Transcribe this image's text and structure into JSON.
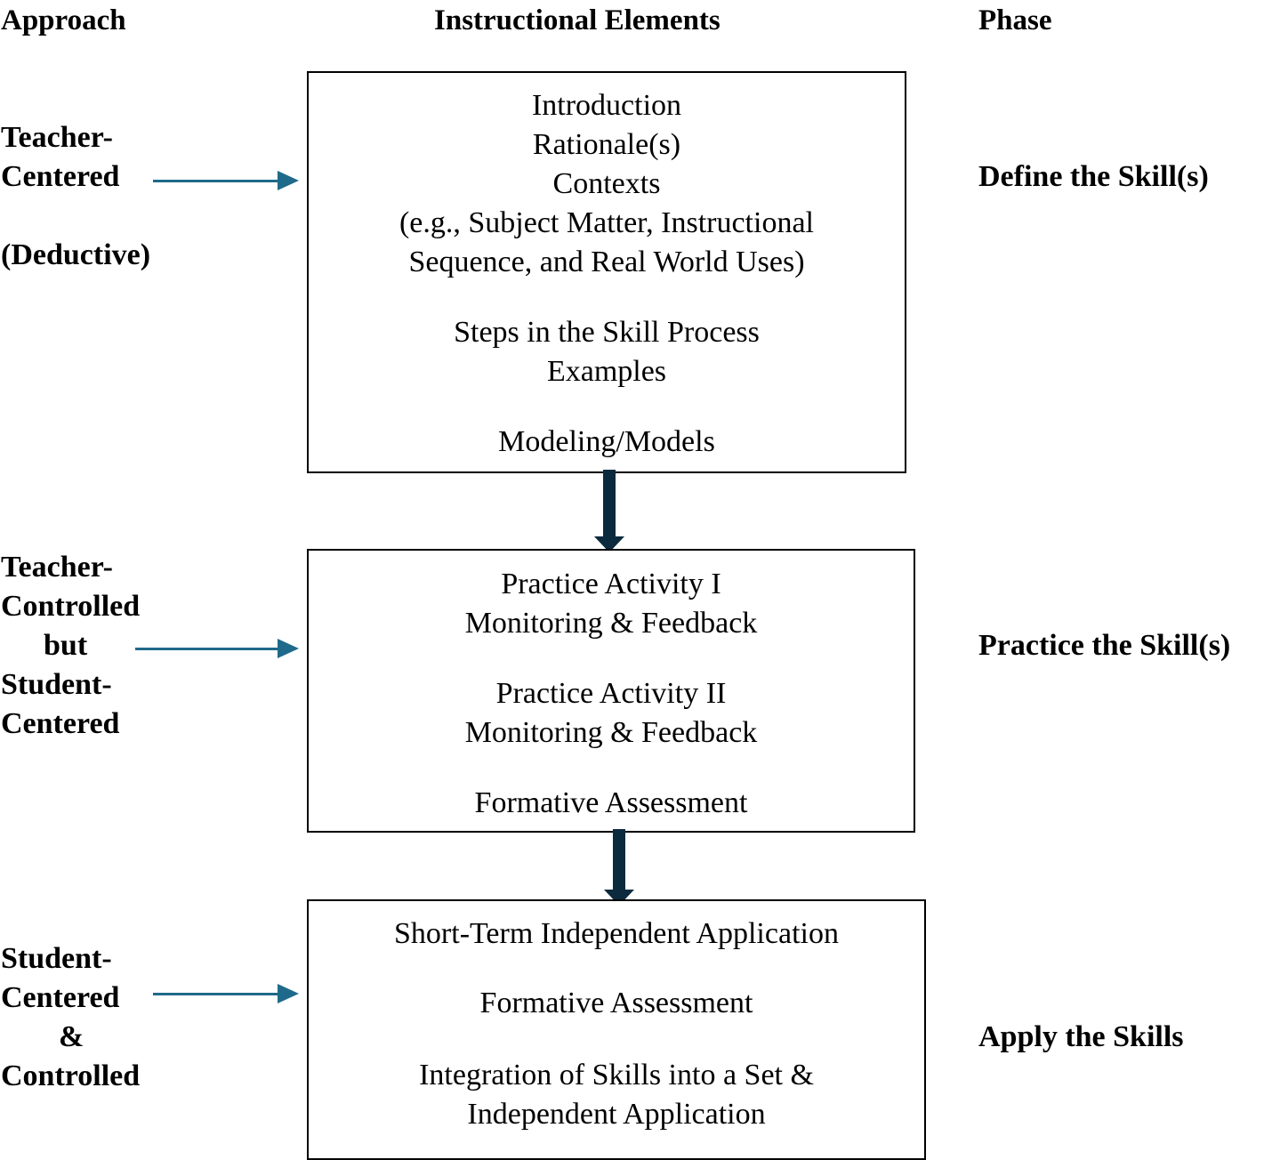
{
  "headers": {
    "approach": "Approach",
    "elements": "Instructional Elements",
    "phase": "Phase"
  },
  "rows": [
    {
      "approach": [
        "Teacher-",
        "Centered",
        "",
        "(Deductive)"
      ],
      "groups": [
        [
          "Introduction",
          "Rationale(s)",
          "Contexts",
          "(e.g., Subject Matter, Instructional",
          "Sequence, and Real World Uses)"
        ],
        [
          "Steps in the Skill Process",
          "Examples"
        ],
        [
          "Modeling/Models"
        ]
      ],
      "phase": "Define the Skill(s)"
    },
    {
      "approach": [
        "Teacher-",
        "Controlled",
        "but",
        "Student-",
        "Centered"
      ],
      "groups": [
        [
          "Practice Activity I",
          "Monitoring & Feedback"
        ],
        [
          "Practice Activity II",
          "Monitoring & Feedback"
        ],
        [
          "Formative Assessment"
        ]
      ],
      "phase": "Practice the Skill(s)"
    },
    {
      "approach": [
        "Student-",
        "Centered",
        "&",
        "Controlled"
      ],
      "groups": [
        [
          "Short-Term Independent Application"
        ],
        [
          "Formative Assessment"
        ],
        [
          "Integration of Skills into a Set &",
          "Independent Application"
        ]
      ],
      "phase": "Apply the Skills"
    }
  ]
}
